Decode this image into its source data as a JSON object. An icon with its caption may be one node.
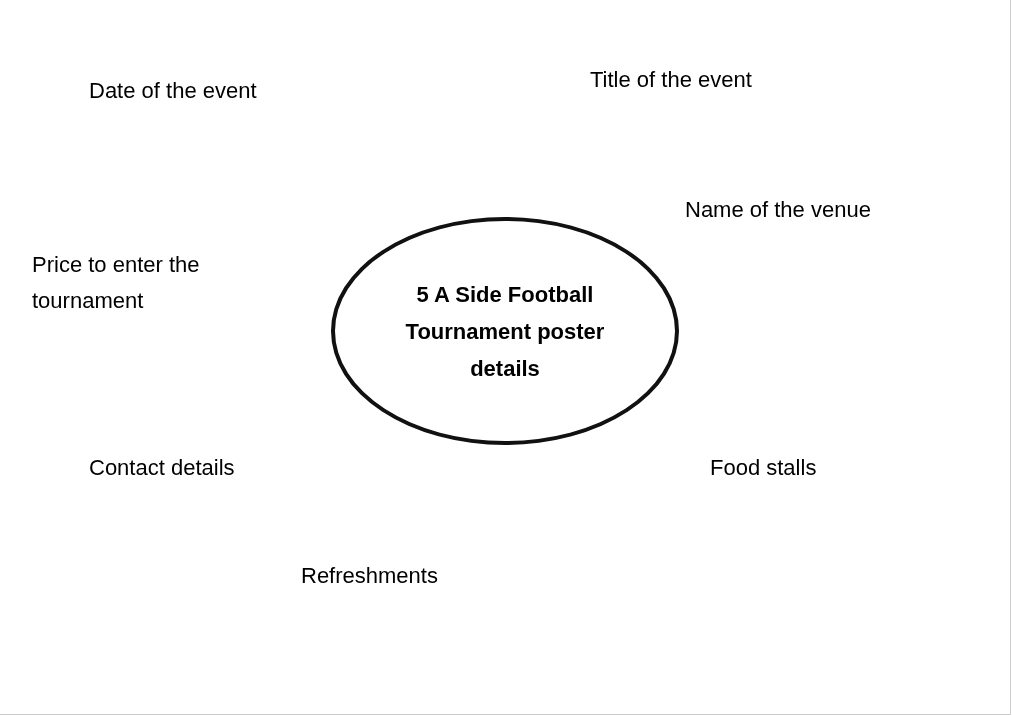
{
  "diagram": {
    "nodes": [
      {
        "text": [
          "5 A Side Football Tournament poster details"
        ]
      }
    ],
    "labels": [
      "Date of the event",
      "Title of the event",
      "Name of the venue",
      "Price to enter the tournament",
      "Contact details",
      "Food stalls",
      "Refreshments"
    ]
  }
}
